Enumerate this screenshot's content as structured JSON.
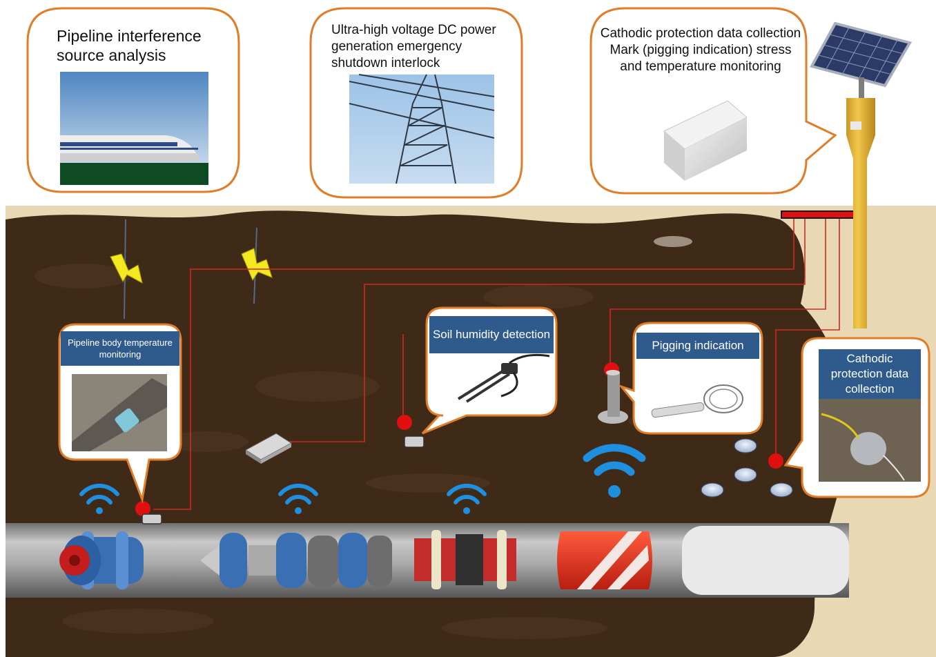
{
  "callouts": {
    "interference": {
      "title": "Pipeline interference source analysis"
    },
    "uhv": {
      "title": "Ultra-high voltage DC power generation emergency shutdown interlock"
    },
    "cathodic_top": {
      "line1": "Cathodic protection data collection",
      "line2": "Mark (pigging indication) stress",
      "line3": "and temperature monitoring"
    }
  },
  "sensors": {
    "temperature": {
      "label": "Pipeline body temperature monitoring"
    },
    "humidity": {
      "label": "Soil humidity detection"
    },
    "pigging": {
      "label": "Pigging indication"
    },
    "cathodic": {
      "label": "Cathodic protection data collection"
    }
  },
  "icons": [
    "lightning-icon",
    "wifi-icon",
    "solar-panel-icon",
    "data-logger-icon",
    "transmission-tower-icon",
    "train-icon"
  ],
  "colors": {
    "callout_border": "#e07d28",
    "label_fill": "#2f5a8c",
    "wire": "#d2281e",
    "soil": "#3f2a18",
    "sand": "#e8d9b4",
    "pole": "#e0b030"
  }
}
